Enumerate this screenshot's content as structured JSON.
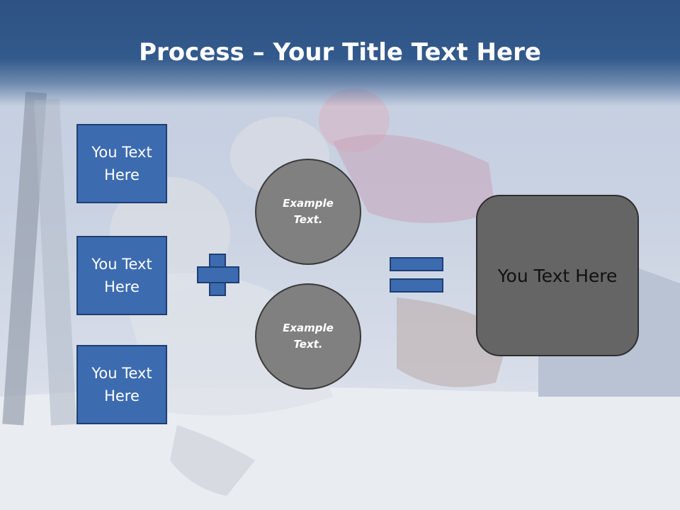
{
  "title": {
    "bold": "Process",
    "rest": " – Your Title Text Here"
  },
  "boxes": [
    {
      "label": "You Text Here"
    },
    {
      "label": "You Text Here"
    },
    {
      "label": "You Text Here"
    }
  ],
  "circles": [
    {
      "label": "Example Text."
    },
    {
      "label": "Example Text."
    }
  ],
  "result": {
    "label": "You Text Here"
  },
  "colors": {
    "header": "#2d5283",
    "box_fill": "#3c6bb0",
    "box_border": "#1f3f72",
    "circle_fill": "#808080",
    "result_fill": "#656565"
  }
}
